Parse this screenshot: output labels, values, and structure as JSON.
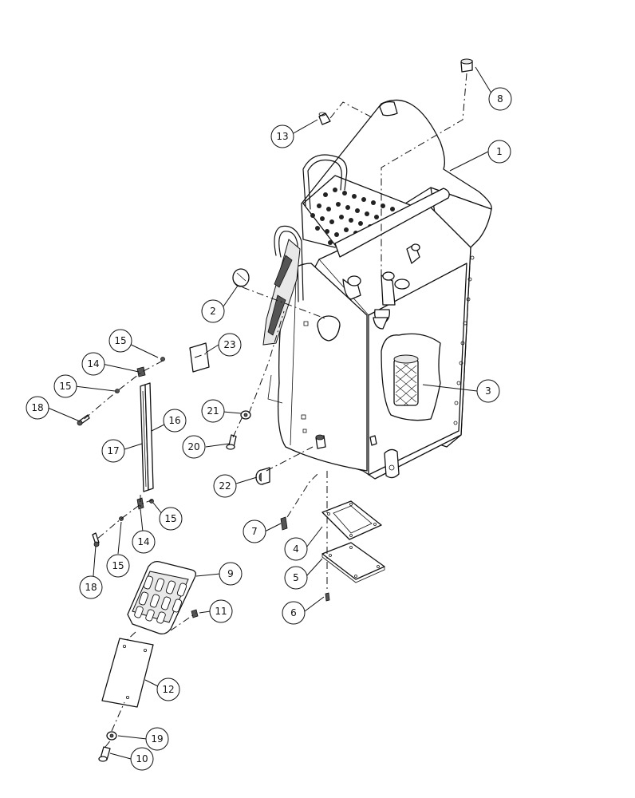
{
  "diagram": {
    "callouts": [
      {
        "id": "c1",
        "label": "1"
      },
      {
        "id": "c2",
        "label": "2"
      },
      {
        "id": "c3",
        "label": "3"
      },
      {
        "id": "c4",
        "label": "4"
      },
      {
        "id": "c5",
        "label": "5"
      },
      {
        "id": "c6",
        "label": "6"
      },
      {
        "id": "c7",
        "label": "7"
      },
      {
        "id": "c8",
        "label": "8"
      },
      {
        "id": "c9",
        "label": "9"
      },
      {
        "id": "c10",
        "label": "10"
      },
      {
        "id": "c11",
        "label": "11"
      },
      {
        "id": "c12",
        "label": "12"
      },
      {
        "id": "c13",
        "label": "13"
      },
      {
        "id": "c14a",
        "label": "14"
      },
      {
        "id": "c14b",
        "label": "14"
      },
      {
        "id": "c15a",
        "label": "15"
      },
      {
        "id": "c15b",
        "label": "15"
      },
      {
        "id": "c15c",
        "label": "15"
      },
      {
        "id": "c15d",
        "label": "15"
      },
      {
        "id": "c16",
        "label": "16"
      },
      {
        "id": "c17",
        "label": "17"
      },
      {
        "id": "c18a",
        "label": "18"
      },
      {
        "id": "c18b",
        "label": "18"
      },
      {
        "id": "c19",
        "label": "19"
      },
      {
        "id": "c20",
        "label": "20"
      },
      {
        "id": "c21",
        "label": "21"
      },
      {
        "id": "c22",
        "label": "22"
      },
      {
        "id": "c23",
        "label": "23"
      }
    ]
  }
}
